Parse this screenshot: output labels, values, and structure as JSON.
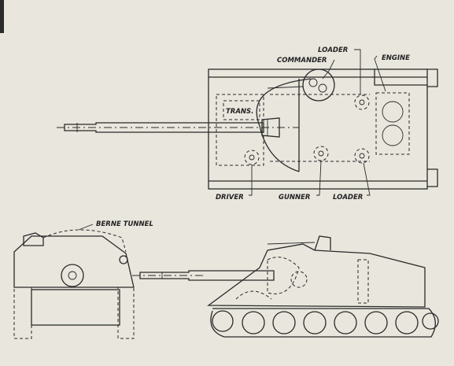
{
  "labels": {
    "loader_top": "LOADER",
    "commander": "COMMANDER",
    "engine": "ENGINE",
    "trans": "TRANS.",
    "driver": "DRIVER",
    "gunner": "GUNNER",
    "loader_bottom": "LOADER",
    "berne_tunnel": "BERNE TUNNEL"
  },
  "colors": {
    "paper": "#e9e6de",
    "ink": "#2a2a2a"
  }
}
